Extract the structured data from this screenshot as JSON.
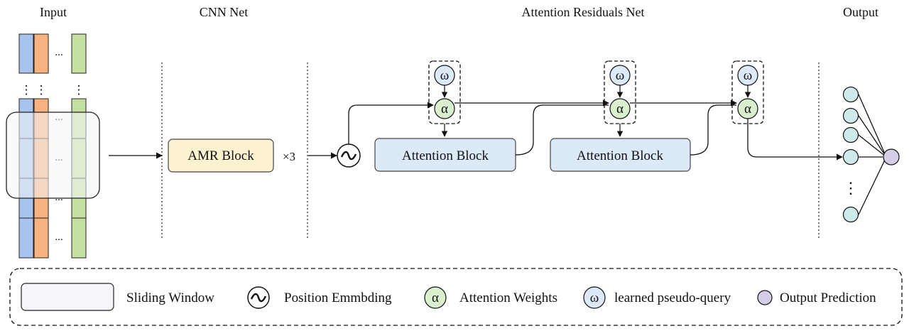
{
  "sections": {
    "input": "Input",
    "cnn": "CNN Net",
    "attention": "Attention Residuals Net",
    "output": "Output"
  },
  "ellipsis": "...",
  "vertical_dots": "⋮",
  "amr_block": {
    "label": "AMR Block",
    "repeat": "×3"
  },
  "attention_blocks": [
    "Attention Block",
    "Attention Block"
  ],
  "symbols": {
    "omega": "ω",
    "alpha": "α"
  },
  "legend": {
    "sliding_window": "Sliding Window",
    "position_embedding": "Position Emmbding",
    "attention_weights": "Attention Weights",
    "pseudo_query": "learned pseudo-query",
    "output_prediction": "Output Prediction"
  },
  "colors": {
    "blue_column": "#a8c3ec",
    "orange_column": "#f6b380",
    "green_column": "#c5dfa0",
    "amr_fill": "#fdf2cf",
    "attention_fill": "#dce9f8",
    "omega_fill": "#dce9f8",
    "alpha_fill": "#d9efcd",
    "output_node_fill": "#cfeaea",
    "prediction_fill": "#d5cde8",
    "window_fill": "#f4f6fa"
  }
}
